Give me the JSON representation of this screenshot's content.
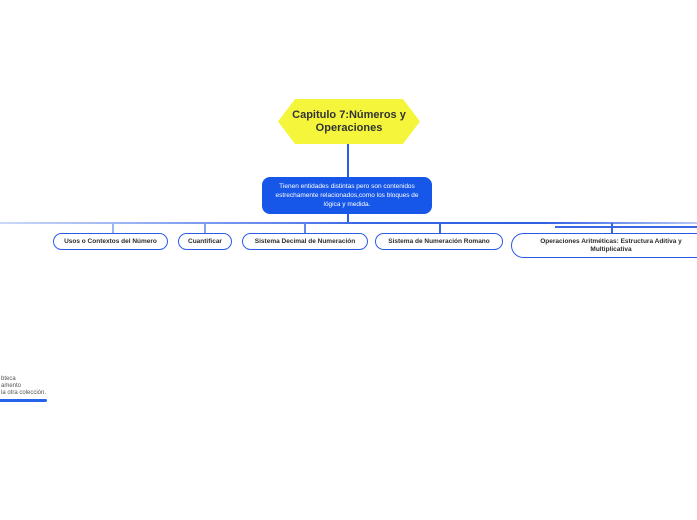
{
  "diagram": {
    "root": {
      "label": "Capitulo 7:Números y Operaciones"
    },
    "description": {
      "label": "Tienen entidades distintas pero son contenidos estrechamente relacionados,como los bloques de lógica y medida."
    },
    "children": [
      {
        "label": "Usos o Contextos del Número"
      },
      {
        "label": "Cuantificar"
      },
      {
        "label": "Sistema Decimal de Numeración"
      },
      {
        "label": "Sistema de Numeración Romano"
      },
      {
        "label": "Operaciones Aritméticas: Estructura Aditiva y Multiplicativa"
      }
    ],
    "colors": {
      "root_fill": "#f5f53c",
      "description_fill": "#1656e8",
      "node_border": "#2b5ce6",
      "connector": "#2b5ce6",
      "rail_light": "#ccd8f6",
      "rail_dark": "#2f5fe2"
    }
  },
  "notification": {
    "line1_fragment": "bteca",
    "line2_fragment": "amento",
    "line3_fragment": "la otra colección.",
    "bar_color": "#2563eb"
  }
}
